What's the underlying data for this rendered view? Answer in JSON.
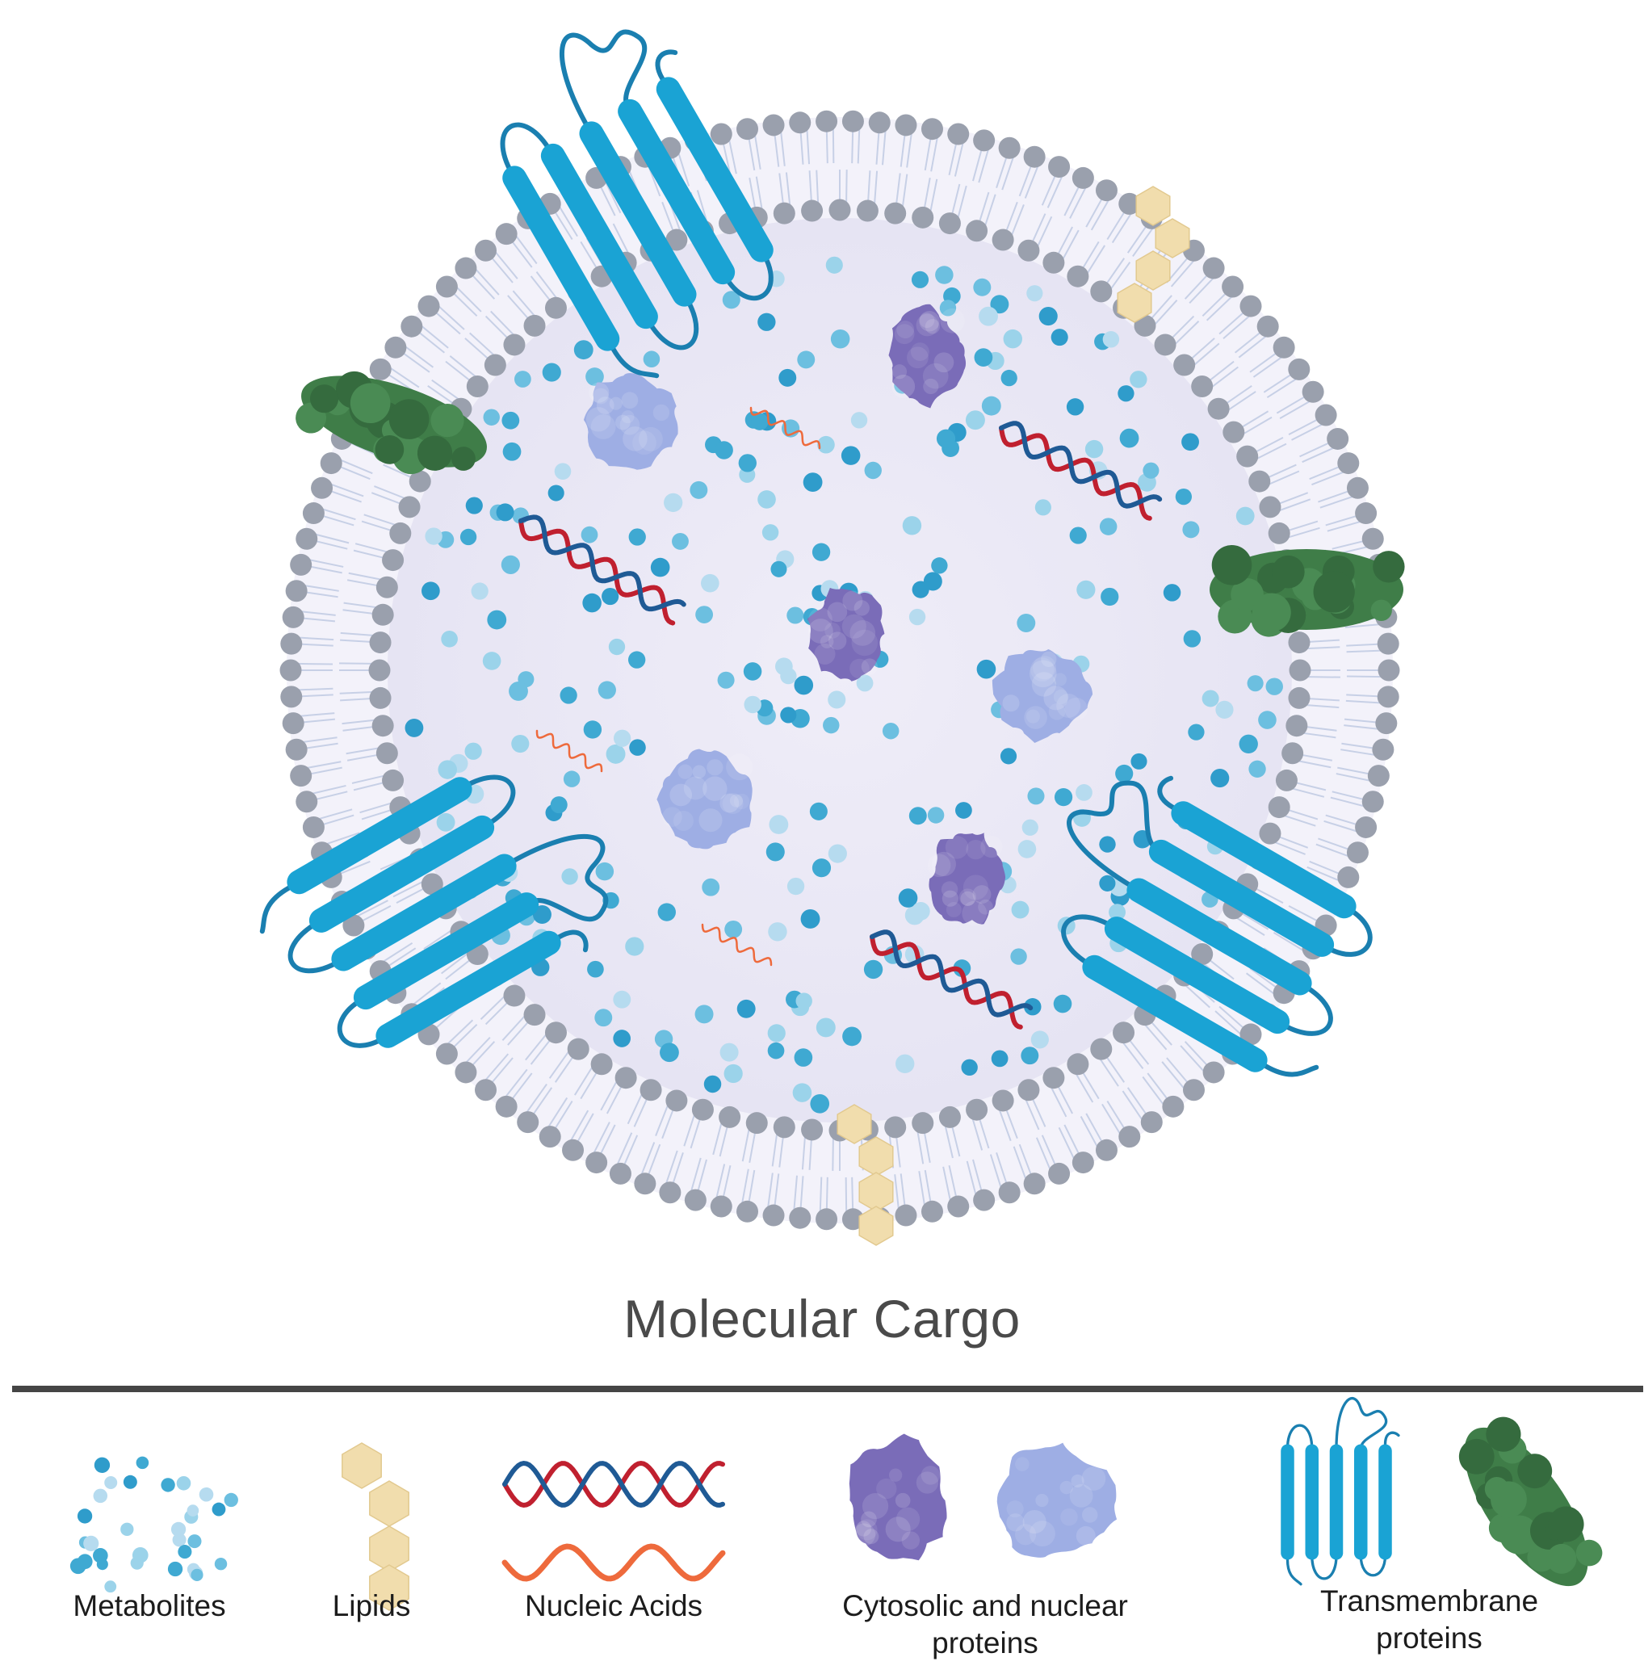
{
  "title": "Molecular Cargo",
  "legend": {
    "metabolites": "Metabolites",
    "lipids": "Lipids",
    "nucleic_acids": "Nucleic Acids",
    "cytosolic_line1": "Cytosolic and nuclear",
    "cytosolic_line2": "proteins",
    "transmembrane_line1": "Transmembrane",
    "transmembrane_line2": "proteins"
  },
  "colors": {
    "membrane_head": "#9aa0ad",
    "membrane_tail": "#c7d0e6",
    "lumen": "#eceaf6",
    "transmembrane_blue": "#1aa3d4",
    "transmembrane_green": "#3f7d48",
    "protein_purple": "#7a6cb8",
    "protein_lavender": "#9eaee4",
    "metabolite_blue": "#3fa9d2",
    "lipid_yellow": "#f1ddad",
    "dna_red": "#c0202f",
    "dna_blue": "#1f5a95",
    "rna_orange": "#ee6a3c",
    "text": "#4a4a4a"
  },
  "icons": [
    "vesicle-membrane",
    "metabolite-dots",
    "lipid-chain",
    "dna-helix",
    "rna-strand",
    "globular-protein",
    "gpcr-protein",
    "transmembrane-complex"
  ]
}
